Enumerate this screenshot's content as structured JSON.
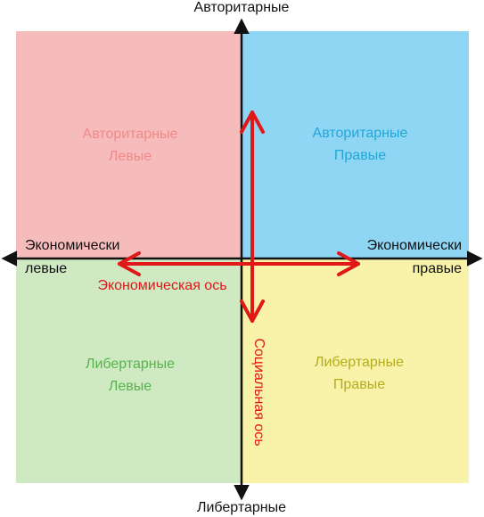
{
  "quadrants": {
    "top_left": {
      "line1": "Авторитарные",
      "line2": "Левые",
      "fill": "#f6bcbc",
      "text_color": "#f08a8a"
    },
    "top_right": {
      "line1": "Авторитарные",
      "line2": "Правые",
      "fill": "#8fd6f5",
      "text_color": "#21a7d8"
    },
    "bottom_left": {
      "line1": "Либертарные",
      "line2": "Левые",
      "fill": "#cfe9c3",
      "text_color": "#56b44a"
    },
    "bottom_right": {
      "line1": "Либертарные",
      "line2": "Правые",
      "fill": "#f8f3a9",
      "text_color": "#b3ad1e"
    }
  },
  "axes": {
    "top": "Авторитарные",
    "bottom": "Либертарные",
    "left_line1": "Экономически",
    "left_line2": "левые",
    "right_line1": "Экономически",
    "right_line2": "правые"
  },
  "overlay": {
    "economic_axis_label": "Экономическая ось",
    "social_axis_label": "Социальная ось",
    "color": "#e01818"
  }
}
